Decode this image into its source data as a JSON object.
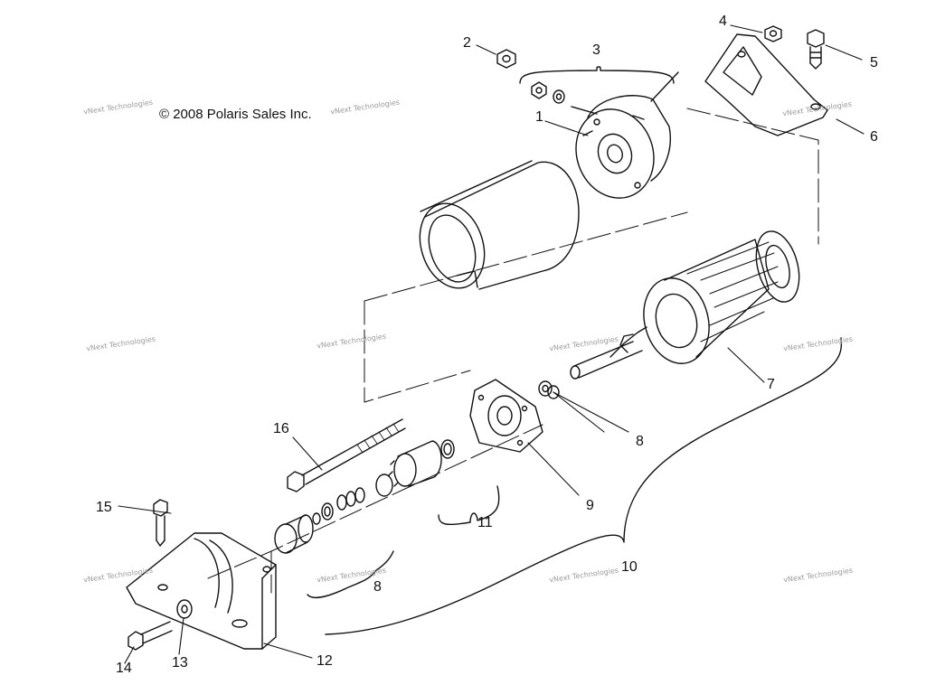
{
  "copyright": "© 2008 Polaris Sales Inc.",
  "watermark": "vNext Technologies",
  "callouts": [
    {
      "id": "c2",
      "text": "2"
    },
    {
      "id": "c3",
      "text": "3"
    },
    {
      "id": "c4",
      "text": "4"
    },
    {
      "id": "c5",
      "text": "5"
    },
    {
      "id": "c6",
      "text": "6"
    },
    {
      "id": "c1",
      "text": "1"
    },
    {
      "id": "c7",
      "text": "7"
    },
    {
      "id": "c8a",
      "text": "8"
    },
    {
      "id": "c9",
      "text": "9"
    },
    {
      "id": "c10",
      "text": "10"
    },
    {
      "id": "c11",
      "text": "11"
    },
    {
      "id": "c8b",
      "text": "8"
    },
    {
      "id": "c12",
      "text": "12"
    },
    {
      "id": "c13",
      "text": "13"
    },
    {
      "id": "c14",
      "text": "14"
    },
    {
      "id": "c15",
      "text": "15"
    },
    {
      "id": "c16",
      "text": "16"
    }
  ]
}
